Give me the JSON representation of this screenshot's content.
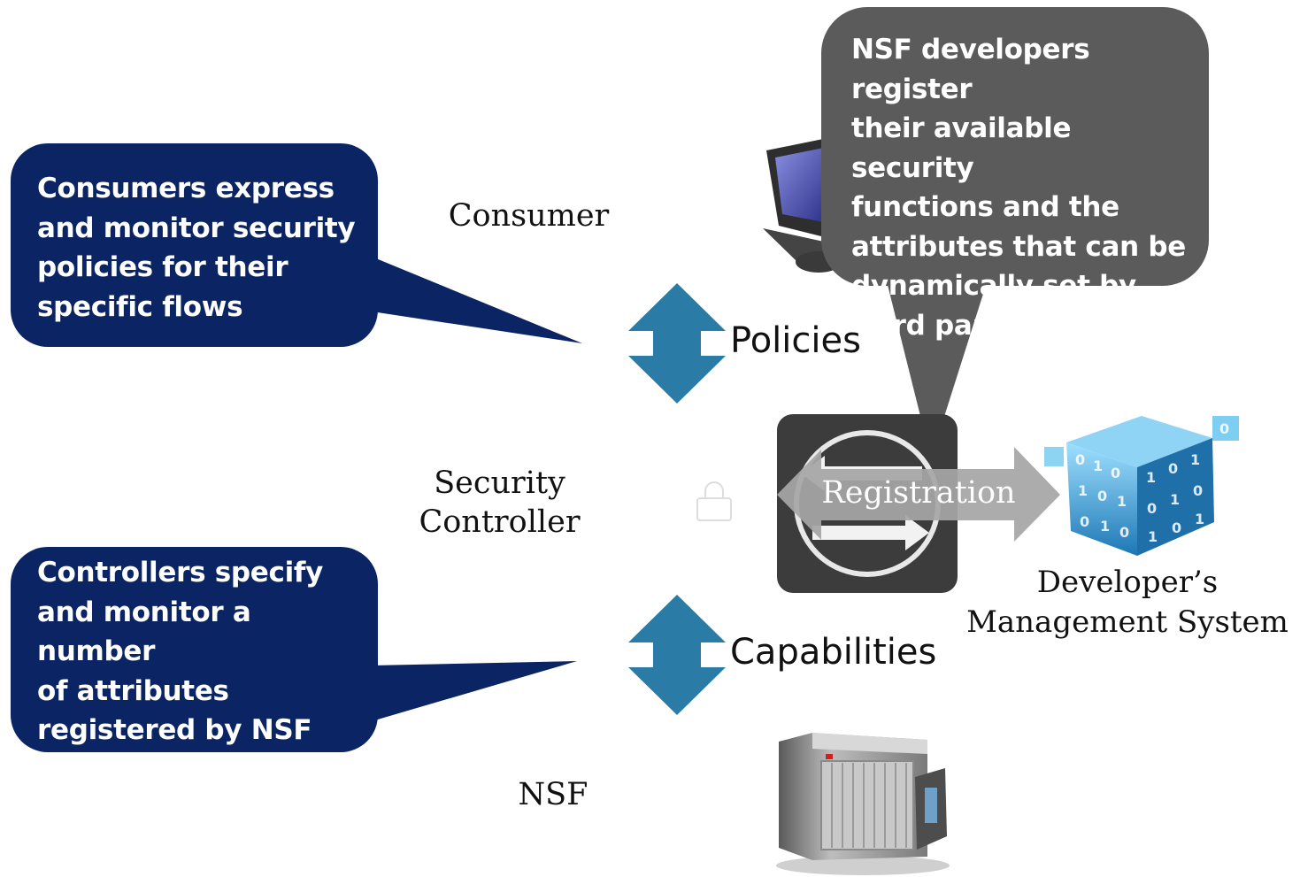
{
  "callouts": {
    "consumer": "Consumers express\nand monitor security\npolicies for their\nspecific flows",
    "controller": "Controllers specify\nand monitor a number\nof attributes\nregistered by NSF\ndevelopers",
    "developer": "NSF developers register\ntheir available security\nfunctions and the\nattributes that can be\ndynamically set by\nthird parties"
  },
  "nodes": {
    "consumer": "Consumer",
    "security_controller": "Security\nController",
    "nsf": "NSF",
    "dms": "Developer’s\nManagement System"
  },
  "arrows": {
    "policies": "Policies",
    "capabilities": "Capabilities",
    "registration": "Registration"
  },
  "colors": {
    "callout_navy": "#0b2463",
    "callout_gray": "#5b5b5b",
    "arrow_teal": "#2a7ca6",
    "registration_gray": "#a6a6a6",
    "controller_dark": "#3c3c3c",
    "cube_blue": "#3aa7d8"
  }
}
